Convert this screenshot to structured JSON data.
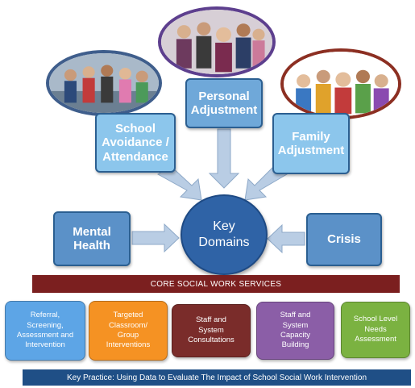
{
  "domains": {
    "school": "School\nAvoidance /\nAttendance",
    "personal": "Personal\nAdjustment",
    "family": "Family\nAdjustment",
    "mental": "Mental\nHealth",
    "crisis": "Crisis"
  },
  "center": "Key\nDomains",
  "core_bar": "CORE SOCIAL WORK SERVICES",
  "services": [
    "Referral,\nScreening,\nAssessment and\nIntervention",
    "Targeted\nClassroom/\nGroup\nInterventions",
    "Staff and\nSystem\nConsultations",
    "Staff and\nSystem\nCapacity\nBuilding",
    "School Level\nNeeds\nAssessment"
  ],
  "footer": "Key Practice: Using Data to Evaluate The Impact of School Social Work Intervention",
  "colors": {
    "domain_blue": "#6fa8d9",
    "center_blue": "#2f63a6",
    "core_bar": "#7b1f1f",
    "footer_bar": "#1f4f86"
  }
}
